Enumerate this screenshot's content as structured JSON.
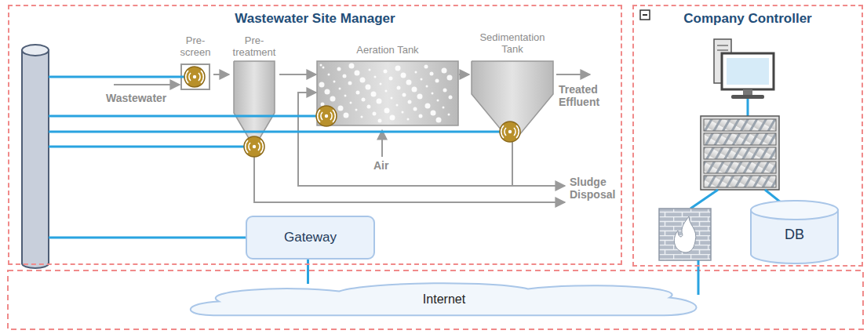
{
  "diagram": {
    "nodes": [
      {
        "text": [
          "Wastewater Site Manager"
        ]
      },
      {
        "text": [
          "Pre- screen"
        ],
        "in": 0
      },
      {
        "text": [
          "Pre- treatment"
        ],
        "in": 0
      },
      {
        "text": [
          "Aeration Tank"
        ],
        "in": 0
      },
      {
        "text": [
          "Sedimentation Tank"
        ],
        "in": 0
      },
      {
        "text": [
          "Gateway"
        ],
        "in": 0
      },
      {
        "text": [
          "Company Controller"
        ]
      },
      {
        "text": [
          "DB"
        ],
        "in": 6
      },
      {
        "text": [
          "Internet"
        ]
      }
    ],
    "edges": [
      {
        "from": 1,
        "to": 2,
        "arrow": "to"
      },
      {
        "from": 2,
        "to": 3,
        "arrow": "to"
      },
      {
        "from": 3,
        "to": 4,
        "arrow": "to"
      },
      {
        "from": 4,
        "to": 3,
        "arrow": "to"
      },
      {
        "from": 5,
        "to": 8,
        "arrow": "none"
      }
    ],
    "labels": [
      "Wastewater",
      "Treated Effluent",
      "Air",
      "Sludge Disposal"
    ]
  }
}
